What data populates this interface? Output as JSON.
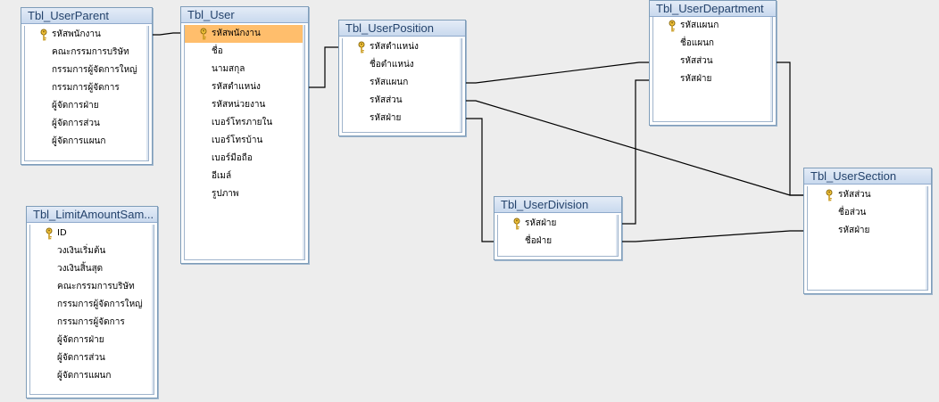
{
  "colors": {
    "canvas": "#ededed",
    "title_text": "#24436c",
    "selected_field": "#ffbe6c",
    "relation_line": "#000000"
  },
  "tables": {
    "user_parent": {
      "title": "Tbl_UserParent",
      "fields": [
        "รหัสพนักงาน",
        "คณะกรรมการบริษัท",
        "กรรมการผู้จัดการใหญ่",
        "กรรมการผู้จัดการ",
        "ผู้จัดการฝ่าย",
        "ผู้จัดการส่วน",
        "ผู้จัดการแผนก"
      ]
    },
    "user": {
      "title": "Tbl_User",
      "fields": [
        "รหัสพนักงาน",
        "ชื่อ",
        "นามสกุล",
        "รหัสตำแหน่ง",
        "รหัสหน่วยงาน",
        "เบอร์โทรภายใน",
        "เบอร์โทรบ้าน",
        "เบอร์มือถือ",
        "อีเมล์",
        "รูปภาพ"
      ]
    },
    "user_position": {
      "title": "Tbl_UserPosition",
      "fields": [
        "รหัสตำแหน่ง",
        "ชื่อตำแหน่ง",
        "รหัสแผนก",
        "รหัสส่วน",
        "รหัสฝ่าย"
      ]
    },
    "user_department": {
      "title": "Tbl_UserDepartment",
      "fields": [
        "รหัสแผนก",
        "ชื่อแผนก",
        "รหัสส่วน",
        "รหัสฝ่าย"
      ]
    },
    "user_division": {
      "title": "Tbl_UserDivision",
      "fields": [
        "รหัสฝ่าย",
        "ชื่อฝ่าย"
      ]
    },
    "user_section": {
      "title": "Tbl_UserSection",
      "fields": [
        "รหัสส่วน",
        "ชื่อส่วน",
        "รหัสฝ่าย"
      ]
    },
    "limit_amount": {
      "title": "Tbl_LimitAmountSam...",
      "fields": [
        "ID",
        "วงเงินเริ่มต้น",
        "วงเงินสิ้นสุด",
        "คณะกรรมการบริษัท",
        "กรรมการผู้จัดการใหญ่",
        "กรรมการผู้จัดการ",
        "ผู้จัดการฝ่าย",
        "ผู้จัดการส่วน",
        "ผู้จัดการแผนก"
      ]
    }
  }
}
